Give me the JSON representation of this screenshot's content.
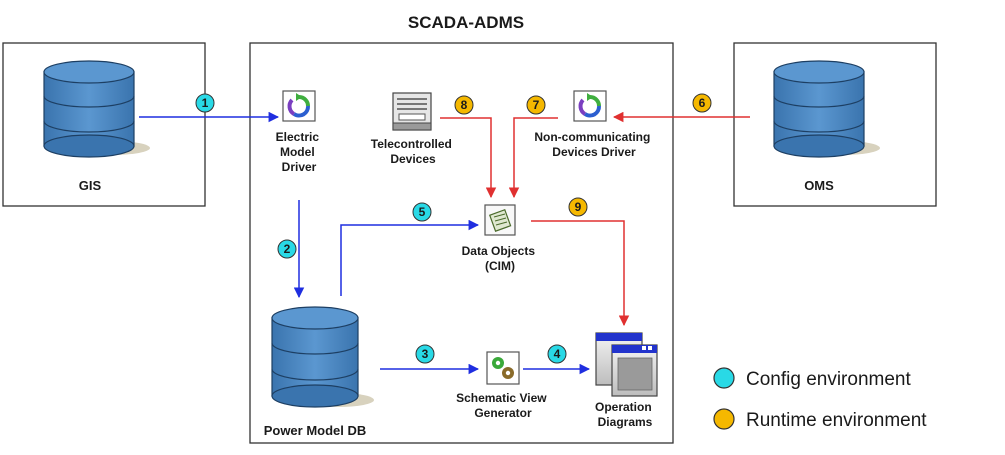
{
  "title": "SCADA-ADMS",
  "boxes": {
    "gis": "GIS",
    "oms": "OMS"
  },
  "nodes": {
    "electric_model_driver": [
      "Electric",
      "Model",
      "Driver"
    ],
    "telecontrolled_devices": [
      "Telecontrolled",
      "Devices"
    ],
    "non_communicating": [
      "Non-communicating",
      "Devices Driver"
    ],
    "data_objects": [
      "Data Objects",
      "(CIM)"
    ],
    "power_model_db": "Power Model DB",
    "schematic_view_generator": [
      "Schematic View",
      "Generator"
    ],
    "operation_diagrams": [
      "Operation",
      "Diagrams"
    ]
  },
  "steps": [
    {
      "num": "1",
      "kind": "config"
    },
    {
      "num": "2",
      "kind": "config"
    },
    {
      "num": "3",
      "kind": "config"
    },
    {
      "num": "4",
      "kind": "config"
    },
    {
      "num": "5",
      "kind": "config"
    },
    {
      "num": "6",
      "kind": "runtime"
    },
    {
      "num": "7",
      "kind": "runtime"
    },
    {
      "num": "8",
      "kind": "runtime"
    },
    {
      "num": "9",
      "kind": "runtime"
    }
  ],
  "legend": {
    "config": "Config environment",
    "runtime": "Runtime environment"
  },
  "colors": {
    "config": "#29d9e6",
    "runtime": "#f5b800",
    "config_arrow": "#1f2ee0",
    "runtime_arrow": "#e03030",
    "db_fill": "#4a86c0"
  }
}
